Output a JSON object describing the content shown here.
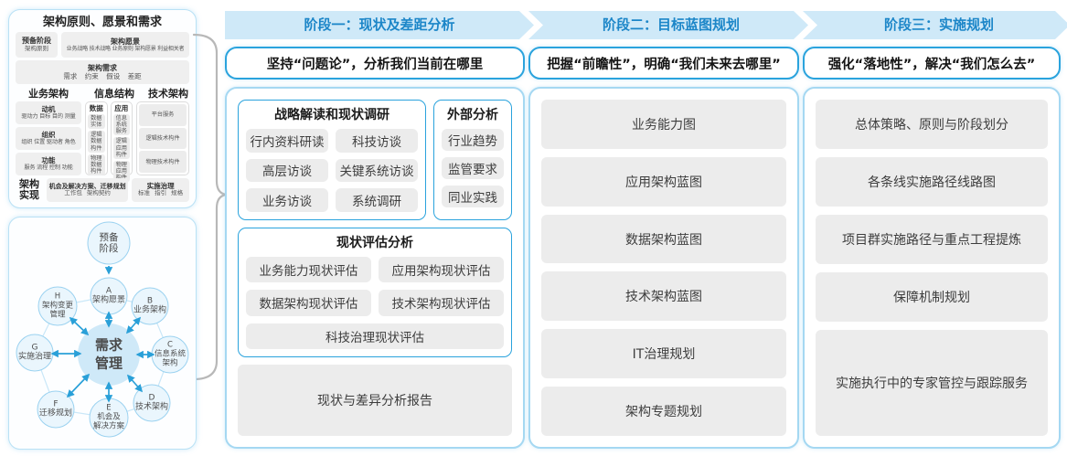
{
  "colors": {
    "accent_blue": "#1e88c8",
    "banner_bg": "#cfe9f8",
    "box_border_blue": "#2aa3dd",
    "panel_border_blue": "#a5d8f2",
    "item_gray": "#ececec",
    "arrow_blue": "#2aa0d8",
    "node_fill": "#eaf6fd",
    "node_border": "#9bd2f0",
    "center_fill": "#cfe9f8"
  },
  "framework": {
    "title": "架构原则、愿景和需求",
    "prep": {
      "line1": "预备阶段",
      "line2": "架构原则"
    },
    "vision": {
      "title": "架构愿景",
      "sub": "业务战略 技术战略 业务原则 架构愿景 利益相关者"
    },
    "requirements": {
      "title": "架构需求",
      "sub": "需求 约束 假设 差距"
    },
    "business": {
      "header": "业务架构",
      "groups": [
        {
          "title": "动机",
          "sub": "驱动力 目标 目的 测量"
        },
        {
          "title": "组织",
          "sub": "组织 位置 驱动者 角色"
        },
        {
          "title": "功能",
          "sub": "服务 流程 控制 功能"
        }
      ]
    },
    "information": {
      "header": "信息结构",
      "data": {
        "title": "数据",
        "items": [
          "数据实体",
          "逻辑数据构件",
          "物理数据构件"
        ]
      },
      "app": {
        "title": "应用",
        "items": [
          "信息系统服务",
          "逻辑应用构件",
          "物理应用构件"
        ]
      }
    },
    "technology": {
      "header": "技术架构",
      "items": [
        "平台服务",
        "逻辑技术构件",
        "物理技术构件"
      ]
    },
    "realization": {
      "label1": "架构",
      "label2": "实现",
      "box1": {
        "title": "机会及解决方案、迁移规划",
        "sub": "工作包 架构契约"
      },
      "box2": {
        "title": "实施治理",
        "sub": "标准 指引 规格"
      }
    }
  },
  "cycle": {
    "nodes": [
      {
        "id": "prep",
        "lines": [
          "预备",
          "阶段"
        ]
      },
      {
        "id": "A",
        "lines": [
          "A",
          "架构愿景"
        ]
      },
      {
        "id": "B",
        "lines": [
          "B",
          "业务架构"
        ]
      },
      {
        "id": "C",
        "lines": [
          "C",
          "信息系统",
          "架构"
        ]
      },
      {
        "id": "D",
        "lines": [
          "D",
          "技术架构"
        ]
      },
      {
        "id": "E",
        "lines": [
          "E",
          "机会及",
          "解决方案"
        ]
      },
      {
        "id": "F",
        "lines": [
          "F",
          "迁移规划"
        ]
      },
      {
        "id": "G",
        "lines": [
          "G",
          "实施治理"
        ]
      },
      {
        "id": "H",
        "lines": [
          "H",
          "架构变更",
          "管理"
        ]
      }
    ],
    "center": {
      "lines": [
        "需求",
        "管理"
      ]
    }
  },
  "phase1": {
    "banner": "阶段一：现状及差距分析",
    "subtitle": "坚持“问题论”，分析我们当前在哪里",
    "strategy": {
      "title": "战略解读和现状调研",
      "items": [
        "行内资料研读",
        "科技访谈",
        "高层访谈",
        "关键系统访谈",
        "业务访谈",
        "系统调研"
      ]
    },
    "external": {
      "title": "外部分析",
      "items": [
        "行业趋势",
        "监管要求",
        "同业实践"
      ]
    },
    "assessment": {
      "title": "现状评估分析",
      "items": [
        "业务能力现状评估",
        "应用架构现状评估",
        "数据架构现状评估",
        "技术架构现状评估",
        "科技治理现状评估"
      ]
    },
    "report": "现状与差异分析报告"
  },
  "phase2": {
    "banner": "阶段二：目标蓝图规划",
    "subtitle": "把握“前瞻性”，明确“我们未来去哪里”",
    "items": [
      "业务能力图",
      "应用架构蓝图",
      "数据架构蓝图",
      "技术架构蓝图",
      "IT治理规划",
      "架构专题规划"
    ]
  },
  "phase3": {
    "banner": "阶段三：实施规划",
    "subtitle": "强化“落地性”，解决“我们怎么去”",
    "items": [
      "总体策略、原则与阶段划分",
      "各条线实施路径线路图",
      "项目群实施路径与重点工程提炼",
      "保障机制规划",
      "实施执行中的专家管控与跟踪服务"
    ]
  }
}
